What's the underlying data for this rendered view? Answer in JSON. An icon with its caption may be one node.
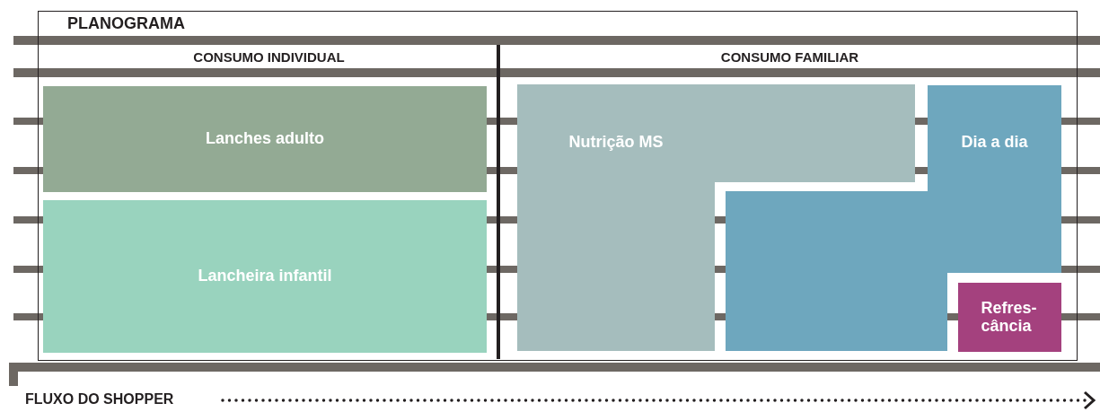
{
  "diagram": {
    "nodes": [
      {
        "text": [
          "PLANOGRAMA"
        ]
      },
      {
        "text": [
          "CONSUMO INDIVIDUAL"
        ],
        "in": 0
      },
      {
        "text": [
          "CONSUMO FAMILIAR"
        ],
        "in": 0
      },
      {
        "text": [
          "Lanches adulto"
        ],
        "in": 1
      },
      {
        "text": [
          "Lancheira infantil"
        ],
        "in": 1
      },
      {
        "text": [
          "Nutrição MS"
        ],
        "in": 2
      },
      {
        "text": [
          "Dia a dia"
        ],
        "in": 2
      },
      {
        "text": [
          "Refres- cância"
        ],
        "in": 2
      }
    ],
    "labels": [
      "FLUXO DO SHOPPER"
    ]
  }
}
